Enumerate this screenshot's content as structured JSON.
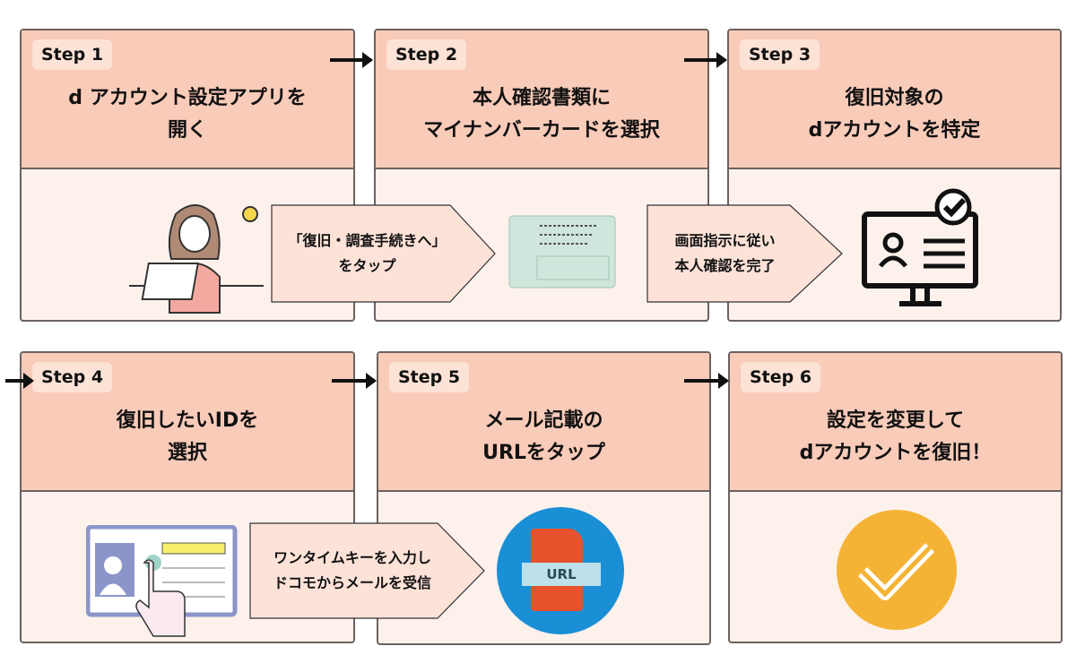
{
  "steps": [
    {
      "badge": "Step 1",
      "title_lines": [
        "d アカウント設定アプリを",
        "開く"
      ]
    },
    {
      "badge": "Step 2",
      "title_lines": [
        "本人確認書類に",
        "マイナンバーカードを選択"
      ]
    },
    {
      "badge": "Step 3",
      "title_lines": [
        "復旧対象の",
        "dアカウントを特定"
      ]
    },
    {
      "badge": "Step 4",
      "title_lines": [
        "復旧したいIDを",
        "選択"
      ]
    },
    {
      "badge": "Step 5",
      "title_lines": [
        "メール記載の",
        "URLをタップ"
      ]
    },
    {
      "badge": "Step 6",
      "title_lines": [
        "設定を変更して",
        "dアカウントを復旧！"
      ]
    }
  ],
  "callouts": [
    {
      "lines": [
        "「復旧・調査手続きへ」",
        "をタップ"
      ]
    },
    {
      "lines": [
        "画面指示に従い",
        "本人確認を完了"
      ]
    },
    {
      "lines": [
        "ワンタイムキーを入力し",
        "ドコモからメールを受信"
      ]
    }
  ],
  "url_icon_label": "URL",
  "colors": {
    "header": "#f9cbb9",
    "body": "#fdf1ec",
    "border": "#6b625f",
    "check": "#f5b335",
    "url_circle": "#1a8fd6",
    "doc": "#e5522b"
  }
}
